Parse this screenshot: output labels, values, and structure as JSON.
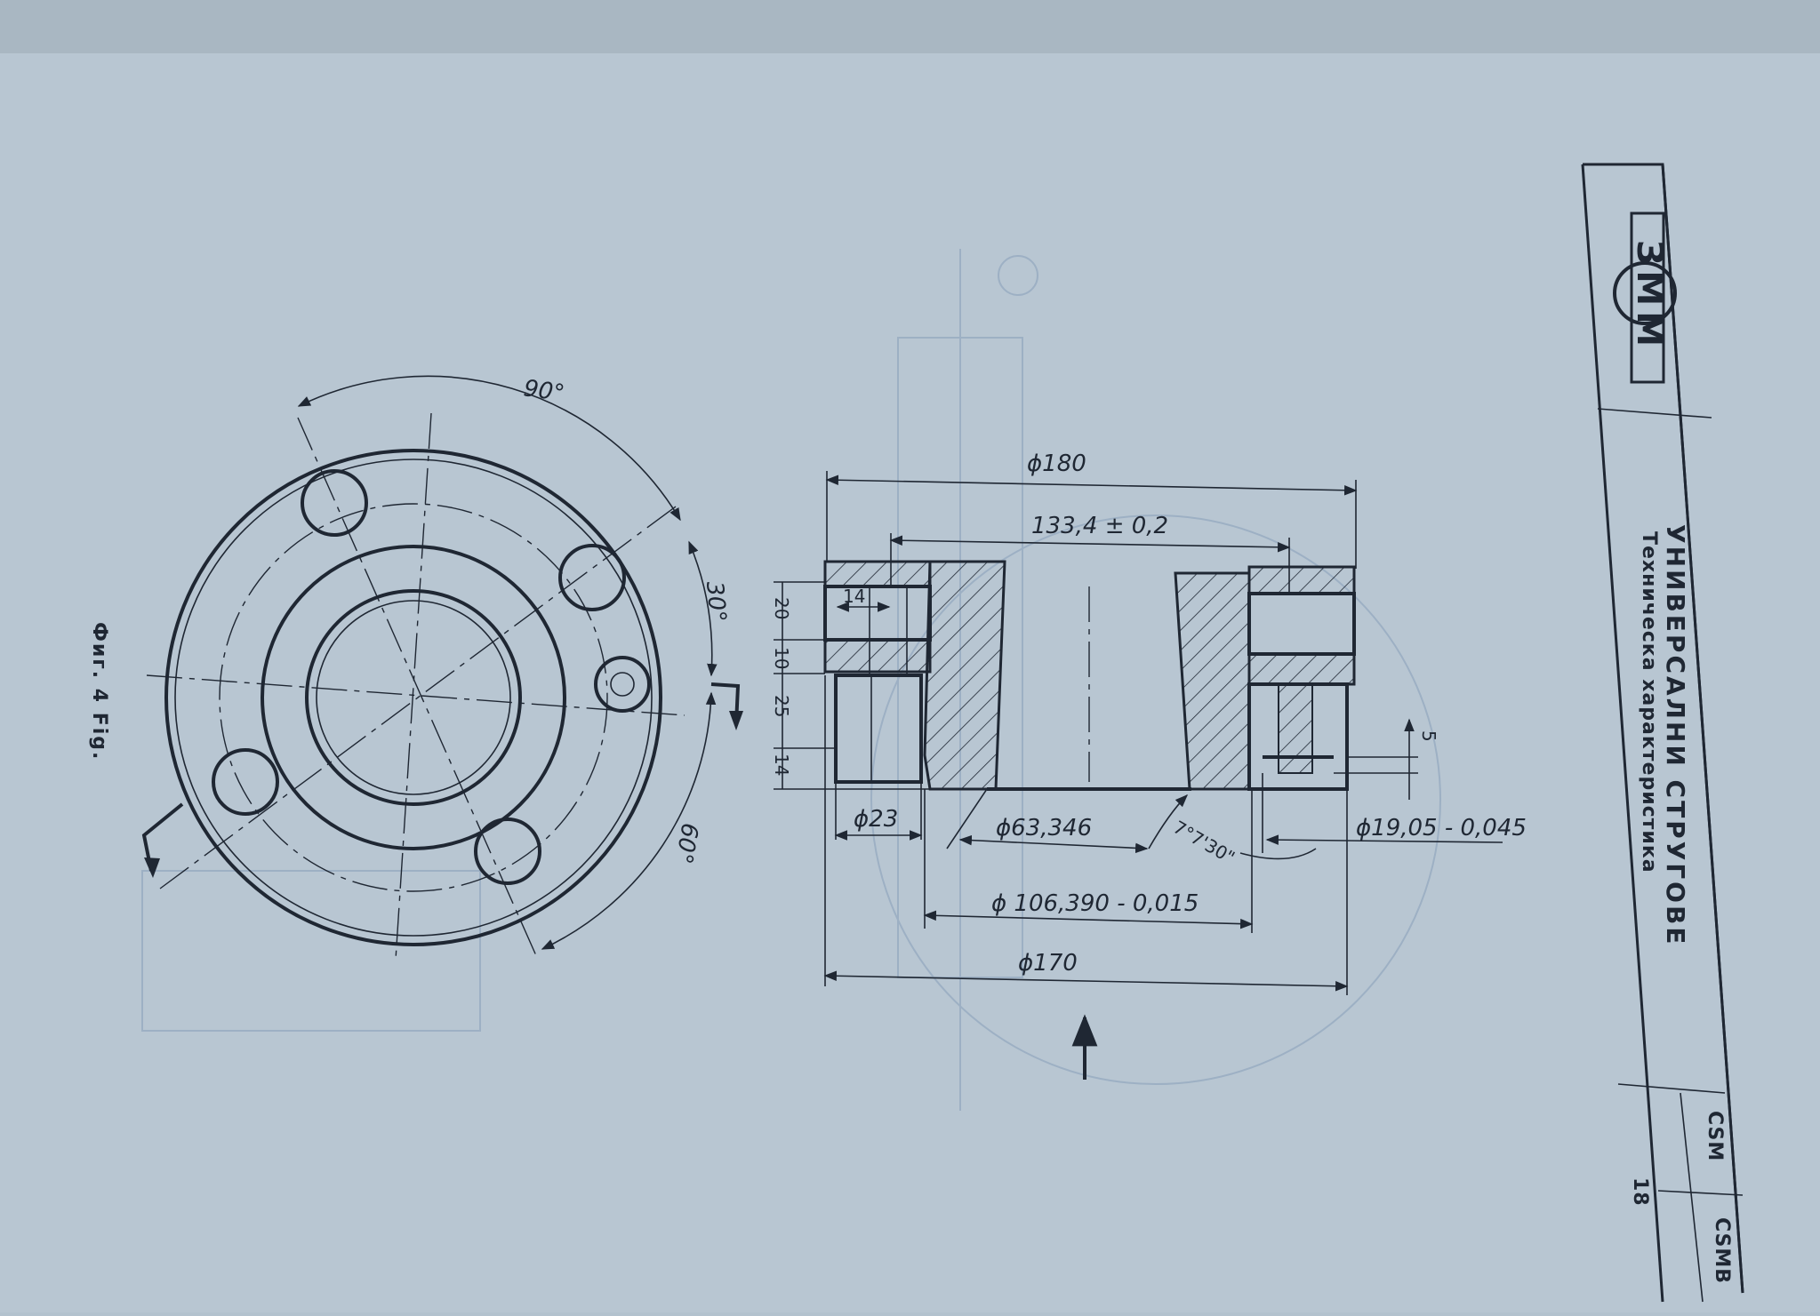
{
  "title_block": {
    "logo_text": "ЗММ",
    "title": "УНИВЕРСАЛНИ СТРУГОВЕ",
    "subtitle": "Техническа характеристика",
    "model_1": "CSM",
    "model_2": "CSMB",
    "page_number": "18"
  },
  "figure": {
    "caption": "Фиг. 4 Fig."
  },
  "plan_view": {
    "angles": [
      "90°",
      "30°",
      "60°"
    ]
  },
  "section_view": {
    "dim_phi180": "ϕ180",
    "dim_1334": "133,4 ± 0,2",
    "dim_14_top": "14",
    "dim_20": "20",
    "dim_10": "10",
    "dim_25": "25",
    "dim_14_left": "14",
    "dim_5": "5",
    "dim_phi23": "ϕ23",
    "dim_phi63": "ϕ63,346",
    "dim_angle": "7°7'30\"",
    "dim_phi19": "ϕ19,05 - 0,045",
    "dim_phi106": "ϕ 106,390 - 0,015",
    "dim_phi170": "ϕ170"
  },
  "colors": {
    "paper": "#b3c2ce",
    "ink": "#1f2733"
  }
}
